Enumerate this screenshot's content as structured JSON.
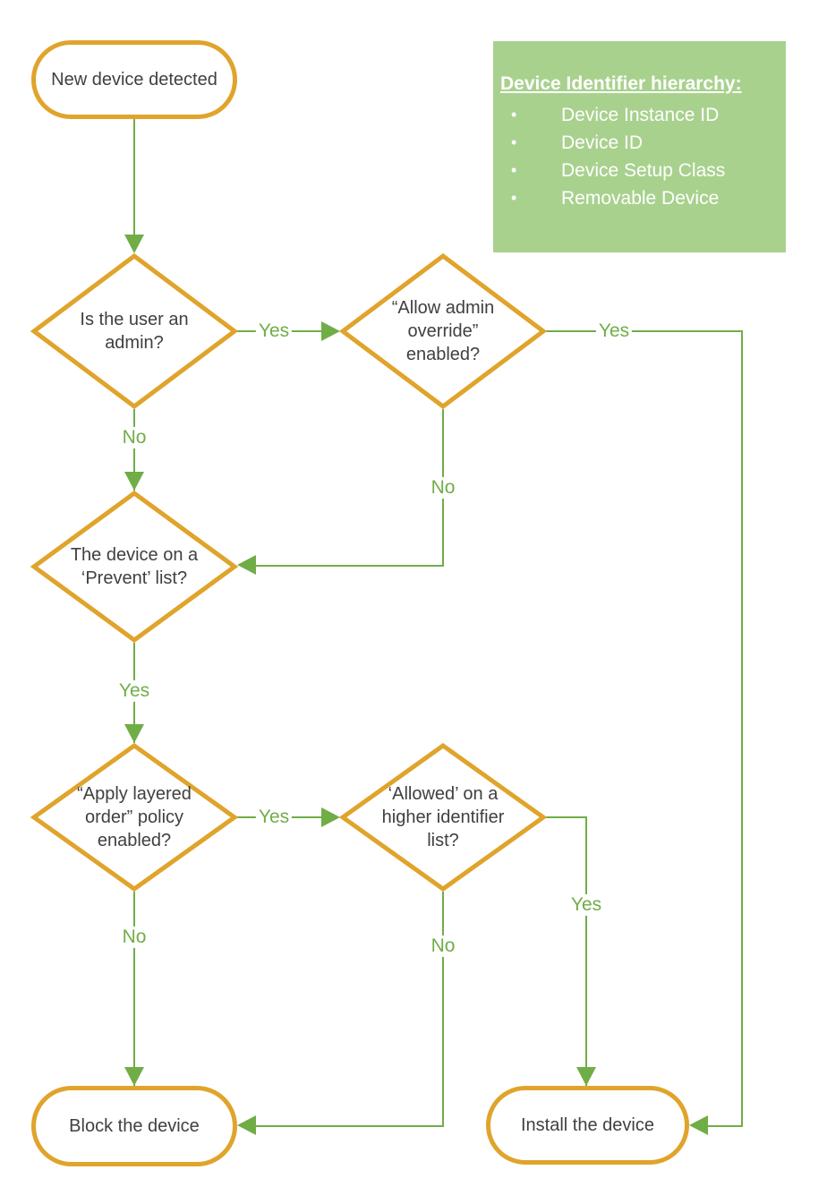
{
  "colors": {
    "shape_border_orange": "#E0A42C",
    "connector_green": "#70AD47",
    "info_box_green": "#A9D18E",
    "node_text_gray": "#404040",
    "info_text_white": "#ffffff"
  },
  "nodes": {
    "start": {
      "label": "New device detected"
    },
    "is_user_admin": {
      "label": "Is the user an admin?"
    },
    "allow_admin_override": {
      "label": "“Allow admin override” enabled?"
    },
    "prevent_list": {
      "label": "The device on a ‘Prevent’ list?"
    },
    "apply_layered_order": {
      "label": "“Apply layered order” policy enabled?"
    },
    "allowed_higher_list": {
      "label": "‘Allowed’ on a higher identifier list?"
    },
    "block": {
      "label": "Block the device"
    },
    "install": {
      "label": "Install the device"
    }
  },
  "info_box": {
    "title": "Device Identifier hierarchy:",
    "bullet": "•",
    "items": [
      "Device Instance ID",
      "Device ID",
      "Device Setup Class",
      "Removable Device"
    ]
  },
  "edges": {
    "admin_yes": "Yes",
    "admin_no": "No",
    "override_yes": "Yes",
    "override_no": "No",
    "prevent_yes": "Yes",
    "layered_yes": "Yes",
    "layered_no": "No",
    "allowed_yes": "Yes",
    "allowed_no": "No"
  }
}
